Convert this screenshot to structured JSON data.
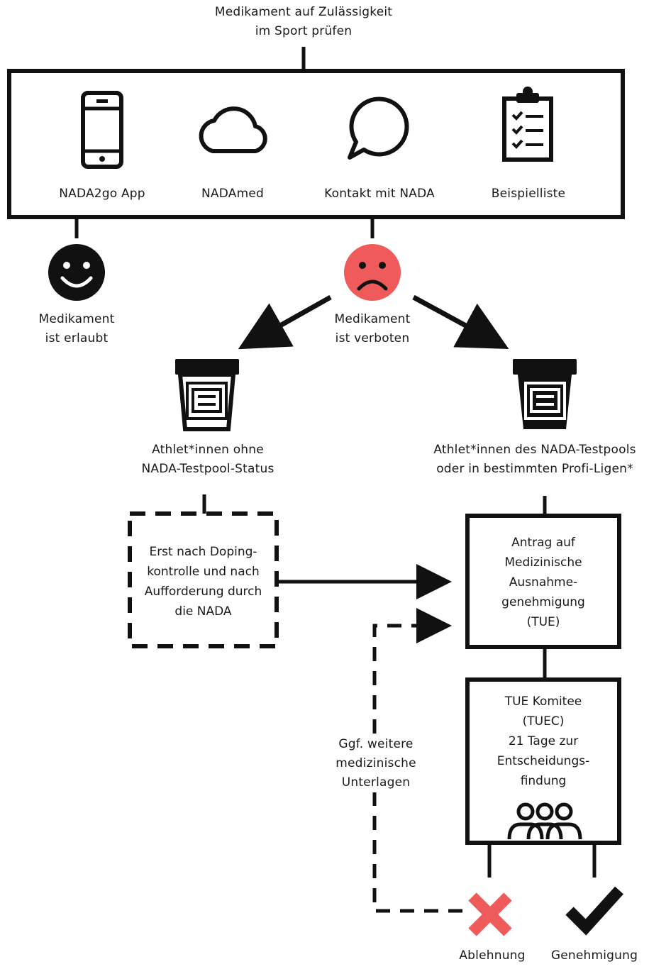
{
  "top_title": [
    "Medikament auf Zulässigkeit",
    "im Sport prüfen"
  ],
  "methods": [
    {
      "label": "NADA2go App",
      "icon": "smartphone-icon"
    },
    {
      "label": "NADAmed",
      "icon": "cloud-icon"
    },
    {
      "label": "Kontakt mit NADA",
      "icon": "speech-bubble-icon"
    },
    {
      "label": "Beispielliste",
      "icon": "clipboard-checklist-icon"
    }
  ],
  "allowed": {
    "lines": [
      "Medikament",
      "ist erlaubt"
    ],
    "icon": "smiley-happy-icon"
  },
  "forbidden": {
    "lines": [
      "Medikament",
      "ist verboten"
    ],
    "icon": "smiley-sad-icon"
  },
  "group_no_pool": {
    "lines": [
      "Athlet*innen ohne",
      "NADA-Testpool-Status"
    ],
    "icon": "sample-cup-icon"
  },
  "group_pool": {
    "lines": [
      "Athlet*innen des NADA-Testpools",
      "oder in bestimmten Profi-Ligen*"
    ],
    "icon": "sample-cup-filled-icon"
  },
  "after_control_box": [
    "Erst nach Doping-",
    "kontrolle und nach",
    "Aufforderung durch",
    "die NADA"
  ],
  "tue_box": [
    "Antrag auf",
    "Medizinische",
    "Ausnahme-",
    "genehmigung",
    "(TUE)"
  ],
  "tuec_box": [
    "TUE Komitee",
    "(TUEC)",
    "21 Tage zur",
    "Entscheidungs-",
    "findung"
  ],
  "further_docs": [
    "Ggf. weitere",
    "medizinische",
    "Unterlagen"
  ],
  "rejection": {
    "label": "Ablehnung",
    "icon": "cross-icon"
  },
  "approval": {
    "label": "Genehmigung",
    "icon": "checkmark-icon"
  },
  "colors": {
    "ink": "#111111",
    "red": "#ef5a5a"
  }
}
